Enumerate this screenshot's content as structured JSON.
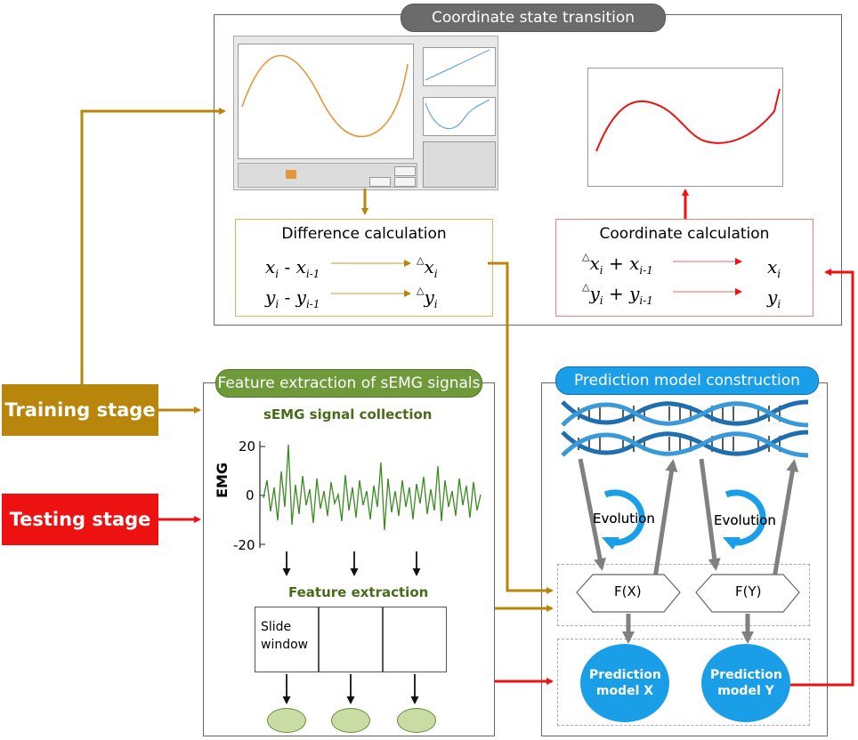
{
  "stages": {
    "training": "Training stage",
    "testing": "Testing stage"
  },
  "coordinate_panel": {
    "title": "Coordinate state transition",
    "difference": {
      "title": "Difference calculation",
      "row1_left": "x",
      "row1_left_sub": "i",
      "row1_minus": " - x",
      "row1_minus_sub": "i-1",
      "row1_right": "x",
      "row1_right_sub": "i",
      "row2_left": "y",
      "row2_left_sub": "i",
      "row2_minus": " - y",
      "row2_minus_sub": "i-1",
      "row2_right": "y",
      "row2_right_sub": "i"
    },
    "coordinate": {
      "title": "Coordinate calculation",
      "row1_a": "x",
      "row1_a_sub": "i",
      "row1_plus": " + x",
      "row1_plus_sub": "i-1",
      "row1_result": "x",
      "row1_result_sub": "i",
      "row2_a": "y",
      "row2_a_sub": "i",
      "row2_plus": " + y",
      "row2_plus_sub": "i-1",
      "row2_result": "y",
      "row2_result_sub": "i"
    },
    "delta_symbol": "△"
  },
  "feature_panel": {
    "title": "Feature extraction of sEMG signals",
    "collection_title": "sEMG signal collection",
    "emg_label": "EMG",
    "ticks": [
      "20",
      "0",
      "-20"
    ],
    "extraction_title": "Feature extraction",
    "slide_window_label": "Slide\nwindow"
  },
  "prediction_panel": {
    "title": "Prediction model construction",
    "evolution_label_1": "Evolution",
    "evolution_label_2": "Evolution",
    "fx_label": "F(X)",
    "fy_label": "F(Y)",
    "model_x": "Prediction model X",
    "model_y": "Prediction model Y"
  },
  "colors": {
    "gold": "#b8860b",
    "red": "#ee1111",
    "green": "#4a8a22",
    "blue": "#1a9ee8",
    "dark_green_text": "#4a6b1a",
    "dna_blue": "#1f6fb0"
  }
}
